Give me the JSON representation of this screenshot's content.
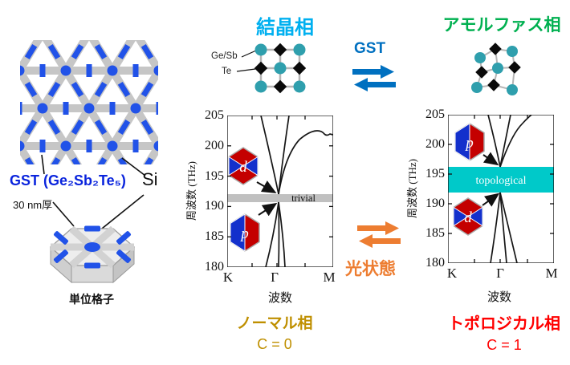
{
  "left_panel": {
    "gst_label": "GST (Ge₂Sb₂Te₅)",
    "si_label": "Si",
    "thickness_label": "30 nm厚",
    "unit_cell_label": "単位格子"
  },
  "crystal_phase": {
    "title": "結晶相",
    "atom_label_gesb": "Ge/Sb",
    "atom_label_te": "Te"
  },
  "amorphous_phase": {
    "title": "アモルファス相"
  },
  "gst_toggle": {
    "label": "GST"
  },
  "light_toggle": {
    "label": "光状態"
  },
  "left_plot": {
    "ylabel": "周波数 (THz)",
    "xlabel": "波数",
    "yticks": [
      "205",
      "200",
      "195",
      "190",
      "185",
      "180"
    ],
    "xticks": [
      "K",
      "Γ",
      "M"
    ],
    "gap_label": "trivial",
    "inset_top": "d",
    "inset_bottom": "p"
  },
  "right_plot": {
    "ylabel": "周波数 (THz)",
    "xlabel": "波数",
    "yticks": [
      "205",
      "200",
      "195",
      "190",
      "185",
      "180"
    ],
    "xticks": [
      "K",
      "Γ",
      "M"
    ],
    "gap_label": "topological",
    "inset_top": "p",
    "inset_bottom": "d"
  },
  "bottom_left": {
    "phase": "ノーマル相",
    "chern": "C = 0"
  },
  "bottom_right": {
    "phase": "トポロジカル相",
    "chern": "C = 1"
  },
  "colors": {
    "crystal_title": "#00b0f0",
    "amorphous_title": "#00b050",
    "gst_arrows": "#0070c0",
    "light_arrows": "#ed7d31",
    "normal_phase": "#bf8f00",
    "topological_phase": "#ff0000",
    "trivial_band": "#c0c0c0",
    "topological_band": "#00c9c9",
    "lattice_blue": "#2152e8",
    "lattice_gray": "#c6c6c6",
    "atom_teal": "#2f9fad",
    "orbital_red": "#c40000",
    "orbital_blue": "#1330cc"
  },
  "chart_data": [
    {
      "type": "line",
      "title": "結晶相 photonic band structure (trivial)",
      "xlabel": "波数",
      "ylabel": "周波数 (THz)",
      "x_ticks": [
        "K",
        "Γ",
        "M"
      ],
      "gamma_fraction": 0.47,
      "ylim": [
        180,
        205
      ],
      "gap": {
        "label": "trivial",
        "from_thz": 190.7,
        "to_thz": 192.0
      },
      "dirac_point_thz": 191.3,
      "series": [
        {
          "name": "upper-left band",
          "points": [
            [
              0.32,
              205
            ],
            [
              0.47,
              191.9
            ]
          ]
        },
        {
          "name": "upper-right band",
          "points": [
            [
              0.58,
              205
            ],
            [
              0.47,
              191.9
            ]
          ]
        },
        {
          "name": "band toward M",
          "points": [
            [
              0.47,
              191.9
            ],
            [
              0.68,
              201
            ],
            [
              0.85,
              202.5
            ],
            [
              1.0,
              202
            ]
          ]
        },
        {
          "name": "lower-left band",
          "points": [
            [
              0.47,
              190.7
            ],
            [
              0.36,
              180
            ]
          ]
        },
        {
          "name": "lower-mid band",
          "points": [
            [
              0.47,
              190.7
            ],
            [
              0.48,
              180
            ]
          ]
        },
        {
          "name": "lower-right band",
          "points": [
            [
              0.47,
              190.7
            ],
            [
              0.55,
              180
            ]
          ]
        }
      ],
      "insets": [
        {
          "label": "d",
          "position": "above gap"
        },
        {
          "label": "p",
          "position": "below gap"
        }
      ]
    },
    {
      "type": "line",
      "title": "アモルファス相 photonic band structure (topological)",
      "xlabel": "波数",
      "ylabel": "周波数 (THz)",
      "x_ticks": [
        "K",
        "Γ",
        "M"
      ],
      "gamma_fraction": 0.49,
      "ylim": [
        180,
        205
      ],
      "gap": {
        "label": "topological",
        "from_thz": 192.0,
        "to_thz": 196.2
      },
      "series": [
        {
          "name": "upper-left band",
          "points": [
            [
              0.38,
              205
            ],
            [
              0.49,
              196.2
            ]
          ]
        },
        {
          "name": "upper-right band 1",
          "points": [
            [
              0.49,
              196.2
            ],
            [
              0.59,
              205
            ]
          ]
        },
        {
          "name": "upper-right band 2",
          "points": [
            [
              0.49,
              196.2
            ],
            [
              0.79,
              205
            ]
          ]
        },
        {
          "name": "lower-left band",
          "points": [
            [
              0.49,
              192.0
            ],
            [
              0.4,
              180
            ]
          ]
        },
        {
          "name": "lower-mid band",
          "points": [
            [
              0.49,
              192.0
            ],
            [
              0.55,
              180
            ]
          ]
        },
        {
          "name": "lower-right band",
          "points": [
            [
              0.49,
              192.0
            ],
            [
              0.65,
              180
            ]
          ]
        }
      ],
      "insets": [
        {
          "label": "p",
          "position": "above gap"
        },
        {
          "name": "d",
          "label": "d",
          "position": "below gap"
        }
      ]
    }
  ]
}
